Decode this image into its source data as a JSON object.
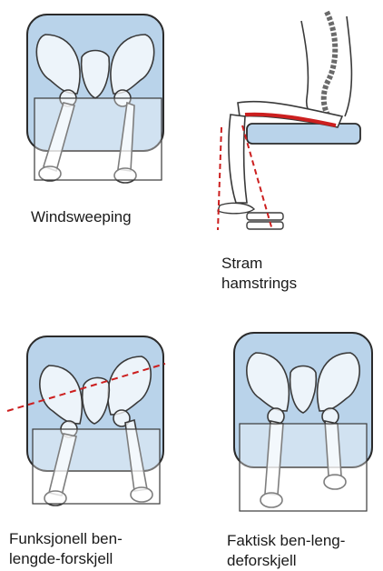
{
  "figures": [
    {
      "id": "windsweeping",
      "caption": "Windsweeping"
    },
    {
      "id": "hamstrings",
      "caption": "Stram\nhamstrings"
    },
    {
      "id": "functional",
      "caption": "Funksjonell ben-\nlengde-forskjell"
    },
    {
      "id": "actual",
      "caption": "Faktisk ben-leng-\ndeforskjell"
    }
  ],
  "colors": {
    "cushion": "#b9d3ea",
    "cushion_outline": "#2b2b2b",
    "bone_outline": "#3a3a3a",
    "bone_fill": "#ffffff",
    "indicator_red": "#cc1f1f"
  }
}
